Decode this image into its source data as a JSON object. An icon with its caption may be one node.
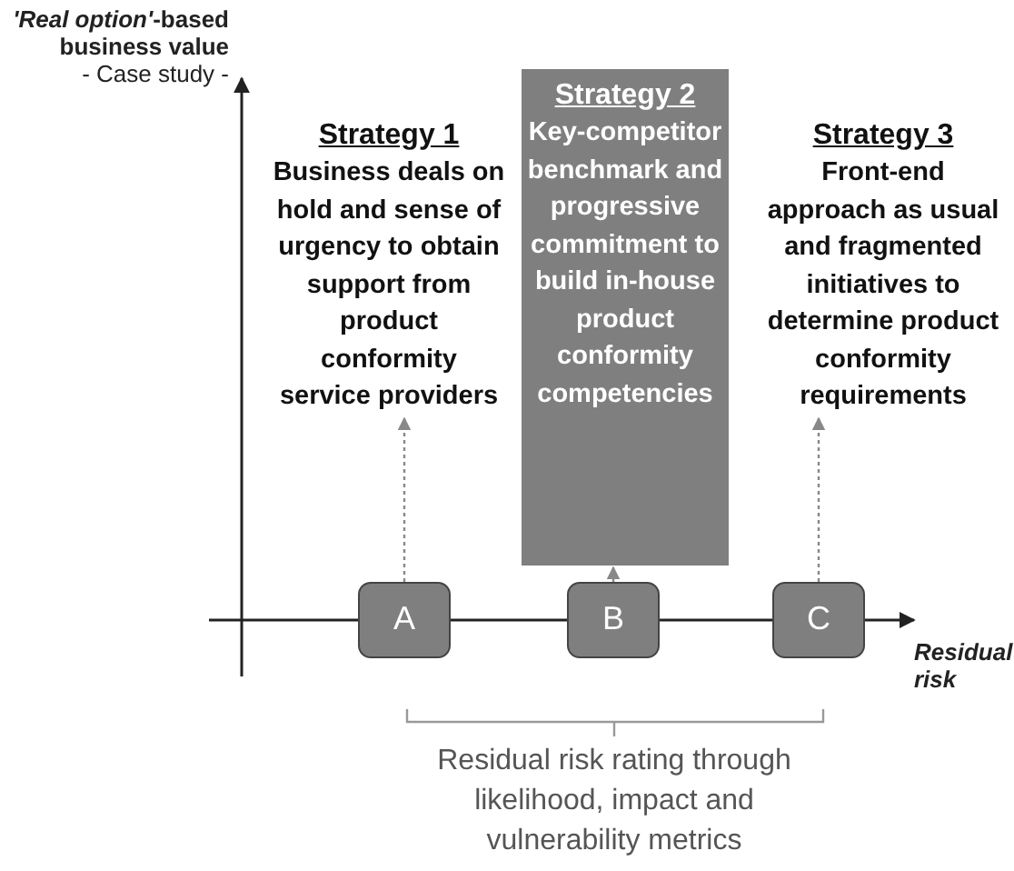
{
  "diagram": {
    "nodes": [
      {
        "text": [
          "Strategy 1",
          "Business deals on hold and sense of urgency  to obtain support from product conformity service providers"
        ]
      },
      {
        "text": [
          "Strategy 2",
          "Key-competitor benchmark and progressive commitment to build in-house product conformity competencies"
        ]
      },
      {
        "text": [
          "Strategy 3",
          "Front-end approach as usual and fragmented initiatives to determine product conformity requirements"
        ]
      },
      {
        "text": [
          "A"
        ]
      },
      {
        "text": [
          "B"
        ]
      },
      {
        "text": [
          "C"
        ]
      }
    ],
    "edges": [
      {
        "from": 3,
        "to": 0,
        "arrow": "to",
        "style": "dashed"
      },
      {
        "from": 4,
        "to": 1,
        "arrow": "to"
      },
      {
        "from": 5,
        "to": 2,
        "arrow": "to",
        "style": "dashed"
      }
    ],
    "labels": [
      "*'Real option'*-based business value",
      "- Case study -",
      "Residual risk",
      "Residual risk rating through likelihood, impact and vulnerability metrics"
    ]
  }
}
